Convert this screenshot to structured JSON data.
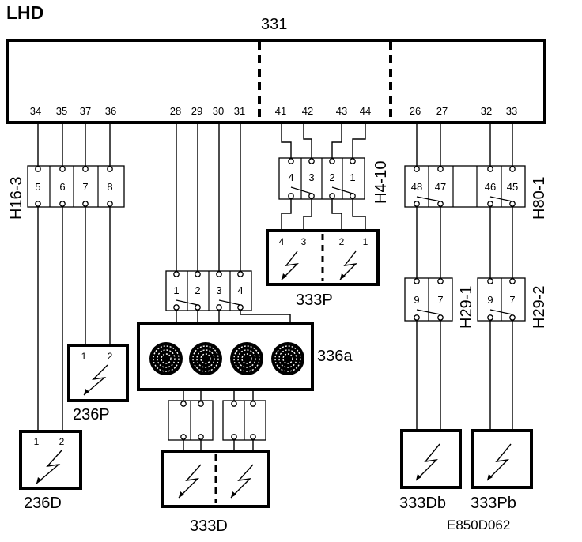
{
  "diagram": {
    "side_label": "LHD",
    "main_unit": "331",
    "code": "E850D062",
    "main_pins": [
      "34",
      "35",
      "37",
      "36",
      "28",
      "29",
      "30",
      "31",
      "41",
      "42",
      "43",
      "44",
      "26",
      "27",
      "32",
      "33"
    ],
    "connectors": {
      "h16_3": {
        "label": "H16-3",
        "pins": [
          "5",
          "6",
          "7",
          "8"
        ]
      },
      "h4_10": {
        "label": "H4-10",
        "pins": [
          "4",
          "3",
          "2",
          "1"
        ]
      },
      "h80_1": {
        "label": "H80-1",
        "pins": [
          "48",
          "47",
          "46",
          "45"
        ]
      },
      "h29_1": {
        "label": "H29-1",
        "pins": [
          "9",
          "7"
        ]
      },
      "h29_2": {
        "label": "H29-2",
        "pins": [
          "9",
          "7"
        ]
      },
      "c336": {
        "pins": [
          "1",
          "2",
          "3",
          "4"
        ]
      }
    },
    "devices": {
      "d333p": {
        "label": "333P",
        "pins": [
          "4",
          "3",
          "2",
          "1"
        ]
      },
      "d236p": {
        "label": "236P",
        "pins": [
          "1",
          "2"
        ]
      },
      "d236d": {
        "label": "236D",
        "pins": [
          "1",
          "2"
        ]
      },
      "d336a": {
        "label": "336a"
      },
      "d333d": {
        "label": "333D"
      },
      "d333db": {
        "label": "333Db"
      },
      "d333pb": {
        "label": "333Pb"
      }
    }
  }
}
